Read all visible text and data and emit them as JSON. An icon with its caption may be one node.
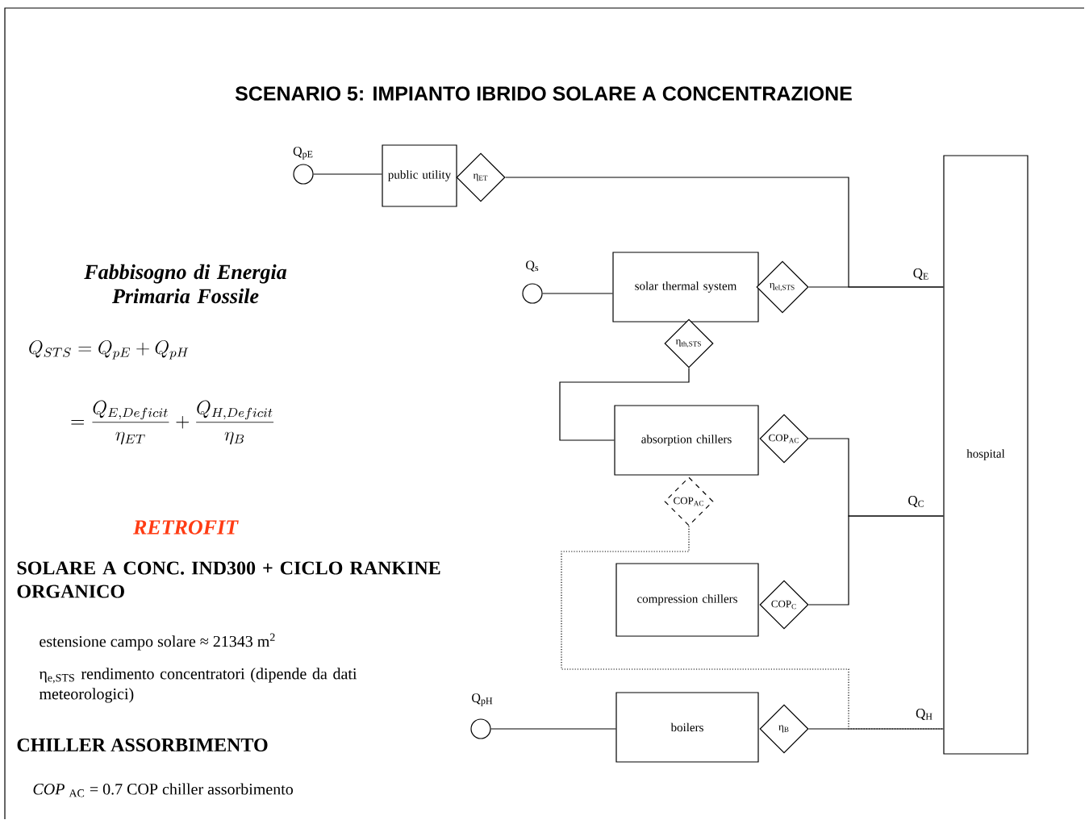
{
  "diagram": {
    "title": "SCENARIO 5: IMPIANTO IBRIDO SOLARE A CONCENTRAZIONE",
    "nodes": [
      {
        "text": [
          "public utility"
        ]
      },
      {
        "text": [
          "η$_{ET}$"
        ]
      },
      {
        "text": [],
        "shape": "circle",
        "beside": [
          "Q$_{pE}$"
        ]
      },
      {
        "text": [
          "solar thermal system"
        ]
      },
      {
        "text": [
          "η$_{el,STS}$"
        ]
      },
      {
        "text": [],
        "shape": "circle",
        "beside": [
          "Q$_{s}$"
        ]
      },
      {
        "text": [
          "η$_{th,STS}$"
        ]
      },
      {
        "text": [
          "absorption chillers"
        ]
      },
      {
        "text": [
          "COP$_{AC}$"
        ]
      },
      {
        "text": [
          "COP$_{AC}$"
        ]
      },
      {
        "text": [
          "compression chillers"
        ]
      },
      {
        "text": [
          "COP$_{C}$"
        ]
      },
      {
        "text": [
          "boilers"
        ]
      },
      {
        "text": [
          "η$_{B}$"
        ]
      },
      {
        "text": [],
        "shape": "circle",
        "beside": [
          "Q$_{pH}$"
        ]
      },
      {
        "text": [
          "hospital"
        ]
      }
    ],
    "edges": [
      {
        "from": 2,
        "to": 0,
        "arrow": "none"
      },
      {
        "from": 1,
        "to": 15,
        "arrow": "none"
      },
      {
        "from": 4,
        "to": 15,
        "arrow": "none",
        "label": "Q$_{E}$"
      },
      {
        "from": 5,
        "to": 3,
        "arrow": "none"
      },
      {
        "from": 6,
        "to": 7,
        "arrow": "none"
      },
      {
        "from": 8,
        "to": 15,
        "arrow": "none",
        "label": "Q$_{C}$"
      },
      {
        "from": 11,
        "to": 15,
        "arrow": "none"
      },
      {
        "from": 9,
        "to": 15,
        "arrow": "none",
        "style": "dashed"
      },
      {
        "from": 13,
        "to": 15,
        "arrow": "none",
        "label": "Q$_{H}$"
      },
      {
        "from": 14,
        "to": 12,
        "arrow": "none"
      }
    ],
    "labels": [
      "Fabbisogno di Energia Primaria Fossile",
      "Q_{STS} = Q_{pE} + Q_{pH}",
      "= \\frac{Q_{E,Deficit}}{\\eta_{ET}} + \\frac{Q_{H,Deficit}}{\\eta_{B}}",
      "RETROFIT",
      "SOLARE A CONC. IND300 + CICLO RANKINE ORGANICO",
      "estensione campo solare ≈ 21343 m$^{2}$",
      "η$_{e,STS}$ rendimento concentratori (dipende da dati meteorologici)",
      "CHILLER ASSORBIMENTO",
      "*COP* $_{AC}$ = 0.7 COP chiller assorbimento"
    ]
  }
}
